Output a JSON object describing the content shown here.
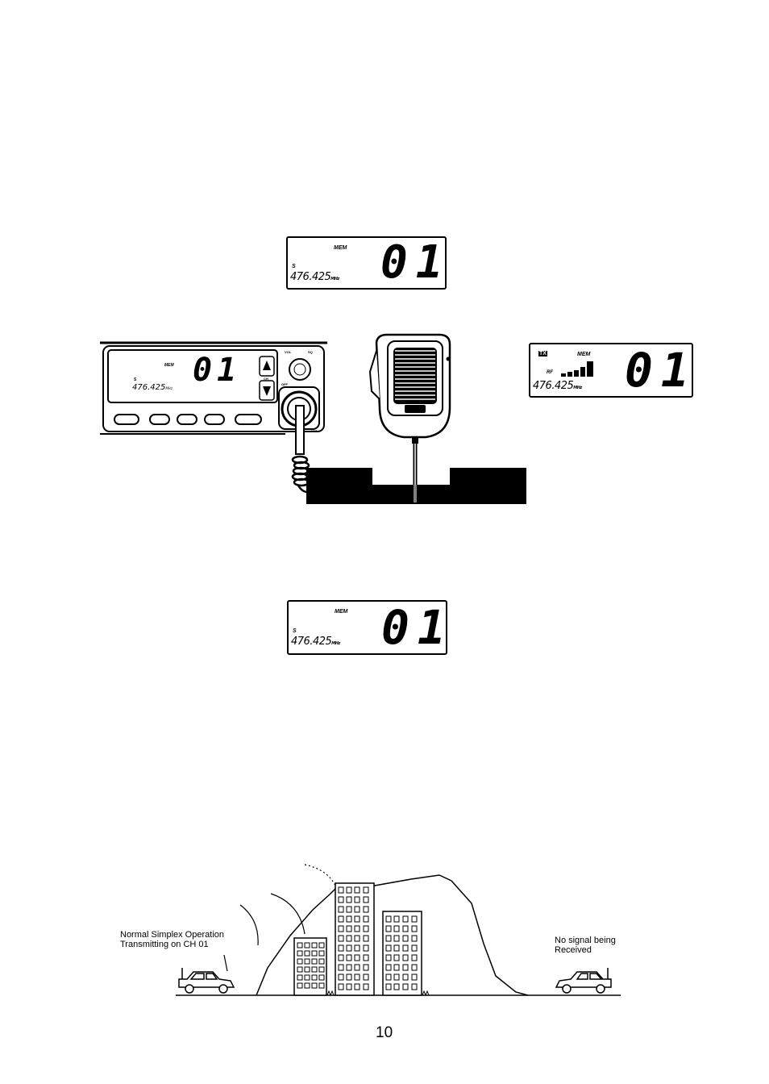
{
  "lcd_displays": {
    "top": {
      "mem": "MEM",
      "s": "S",
      "freq": "476.425",
      "unit": "MHz",
      "channel": "01"
    },
    "radio": {
      "mem": "MEM",
      "s": "S",
      "freq": "476.425",
      "unit": "MHz",
      "channel": "01"
    },
    "transmit": {
      "tx": "TX",
      "mem": "MEM",
      "rf": "RF",
      "freq": "476.425",
      "unit": "MHz",
      "channel": "01"
    },
    "bottom": {
      "mem": "MEM",
      "s": "S",
      "freq": "476.425",
      "unit": "MHz",
      "channel": "01"
    }
  },
  "radio_labels": {
    "vol": "VOL",
    "sq": "SQ",
    "ch": "CH",
    "off": "OFF",
    "mic": "MIC"
  },
  "illustration": {
    "left_caption_line1": "Normal Simplex Operation",
    "left_caption_line2": "Transmitting on CH 01",
    "right_caption_line1": "No signal being",
    "right_caption_line2": "Received"
  },
  "page_number": "10"
}
